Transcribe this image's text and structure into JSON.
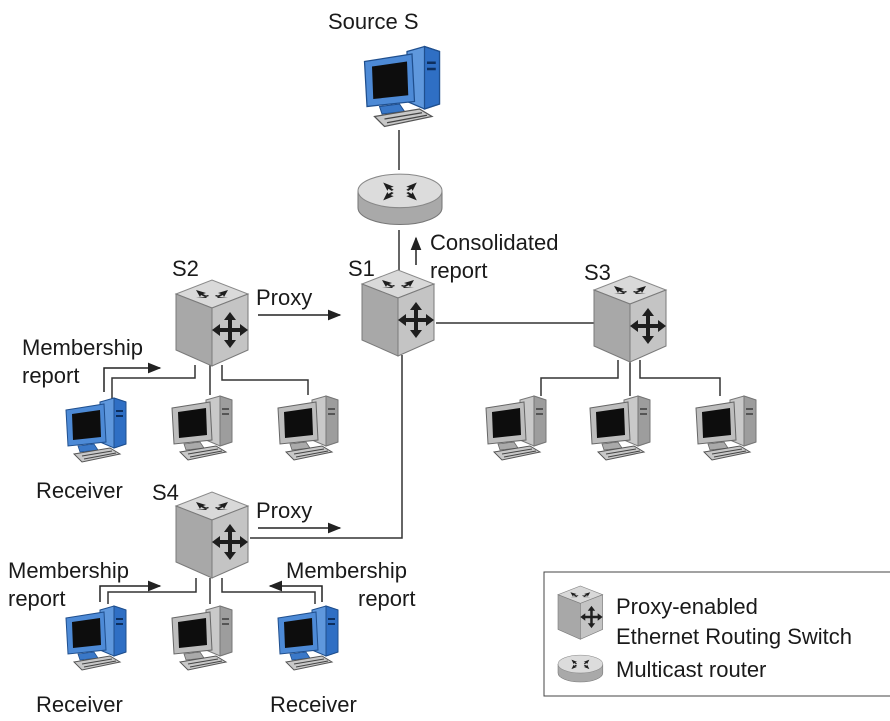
{
  "labels": {
    "source": "Source S",
    "consolidated_1": "Consolidated",
    "consolidated_2": "report",
    "s1": "S1",
    "s2": "S2",
    "s3": "S3",
    "s4": "S4",
    "proxy_s2": "Proxy",
    "proxy_s4": "Proxy",
    "membership_1": "Membership",
    "report_1": "report",
    "membership_left": "Membership",
    "report_left": "report",
    "membership_right": "Membership",
    "report_right": "report",
    "receiver_1": "Receiver",
    "receiver_2": "Receiver",
    "receiver_3": "Receiver"
  },
  "legend": {
    "switch_line1": "Proxy-enabled",
    "switch_line2": "Ethernet Routing Switch",
    "router": "Multicast router"
  },
  "colors": {
    "host_blue": "#2f6fc4",
    "host_gray": "#9a9a9a",
    "switch_gray": "#b9b9b9",
    "router_gray": "#c8c8c8"
  }
}
